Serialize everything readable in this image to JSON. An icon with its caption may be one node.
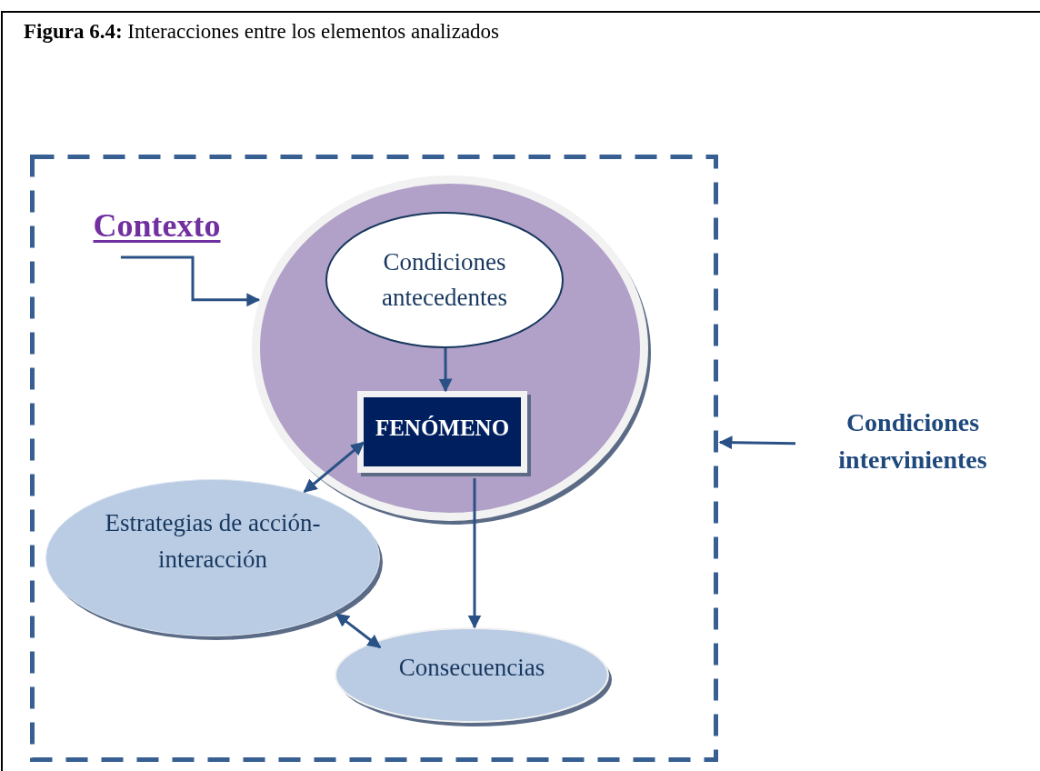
{
  "diagram": {
    "title": "**Figura 6.4:** Interacciones entre los elementos analizados",
    "nodes": [
      {
        "text": [],
        "shape": "box"
      },
      {
        "text": [
          "Contexto"
        ],
        "in": 0
      },
      {
        "text": [],
        "shape": "circle",
        "in": 0
      },
      {
        "text": [
          "Condiciones antecedentes"
        ],
        "in": 2
      },
      {
        "text": [
          "FENÓMENO"
        ],
        "in": 2
      },
      {
        "text": [
          "Estrategias de acción-interacción"
        ],
        "in": 0
      },
      {
        "text": [
          "Consecuencias"
        ],
        "in": 0
      },
      {
        "text": [
          "Condiciones intervinientes"
        ]
      }
    ],
    "edges": [
      {
        "from": 1,
        "to": 2,
        "arrow": "to"
      },
      {
        "from": 3,
        "to": 4,
        "arrow": "to"
      },
      {
        "from": 4,
        "to": 5,
        "arrow": "both"
      },
      {
        "from": 4,
        "to": 6,
        "arrow": "to"
      },
      {
        "from": 5,
        "to": 6,
        "arrow": "both"
      },
      {
        "from": 7,
        "to": 0,
        "arrow": "to"
      }
    ]
  }
}
